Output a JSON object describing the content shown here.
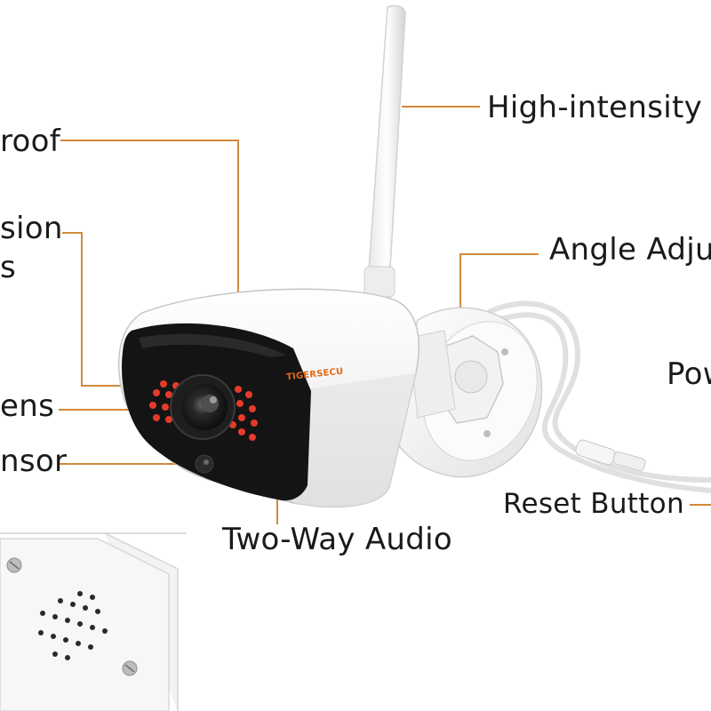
{
  "labels": {
    "antenna": "High-intensity A",
    "waterproof": "roof",
    "night_vision_1": "sion",
    "night_vision_2": "s",
    "angle": "Angle Adjus",
    "power": "Pow",
    "lens": "ens",
    "sensor": "nsor",
    "reset": "Reset Button",
    "audio": "Two-Way Audio"
  },
  "brand": "TIGERSECU",
  "colors": {
    "leader_line": "#d08a3a",
    "brand_text": "#e46a18",
    "ir_led": "#e53b2a",
    "camera_body": "#f4f4f4",
    "camera_face": "#151515"
  }
}
